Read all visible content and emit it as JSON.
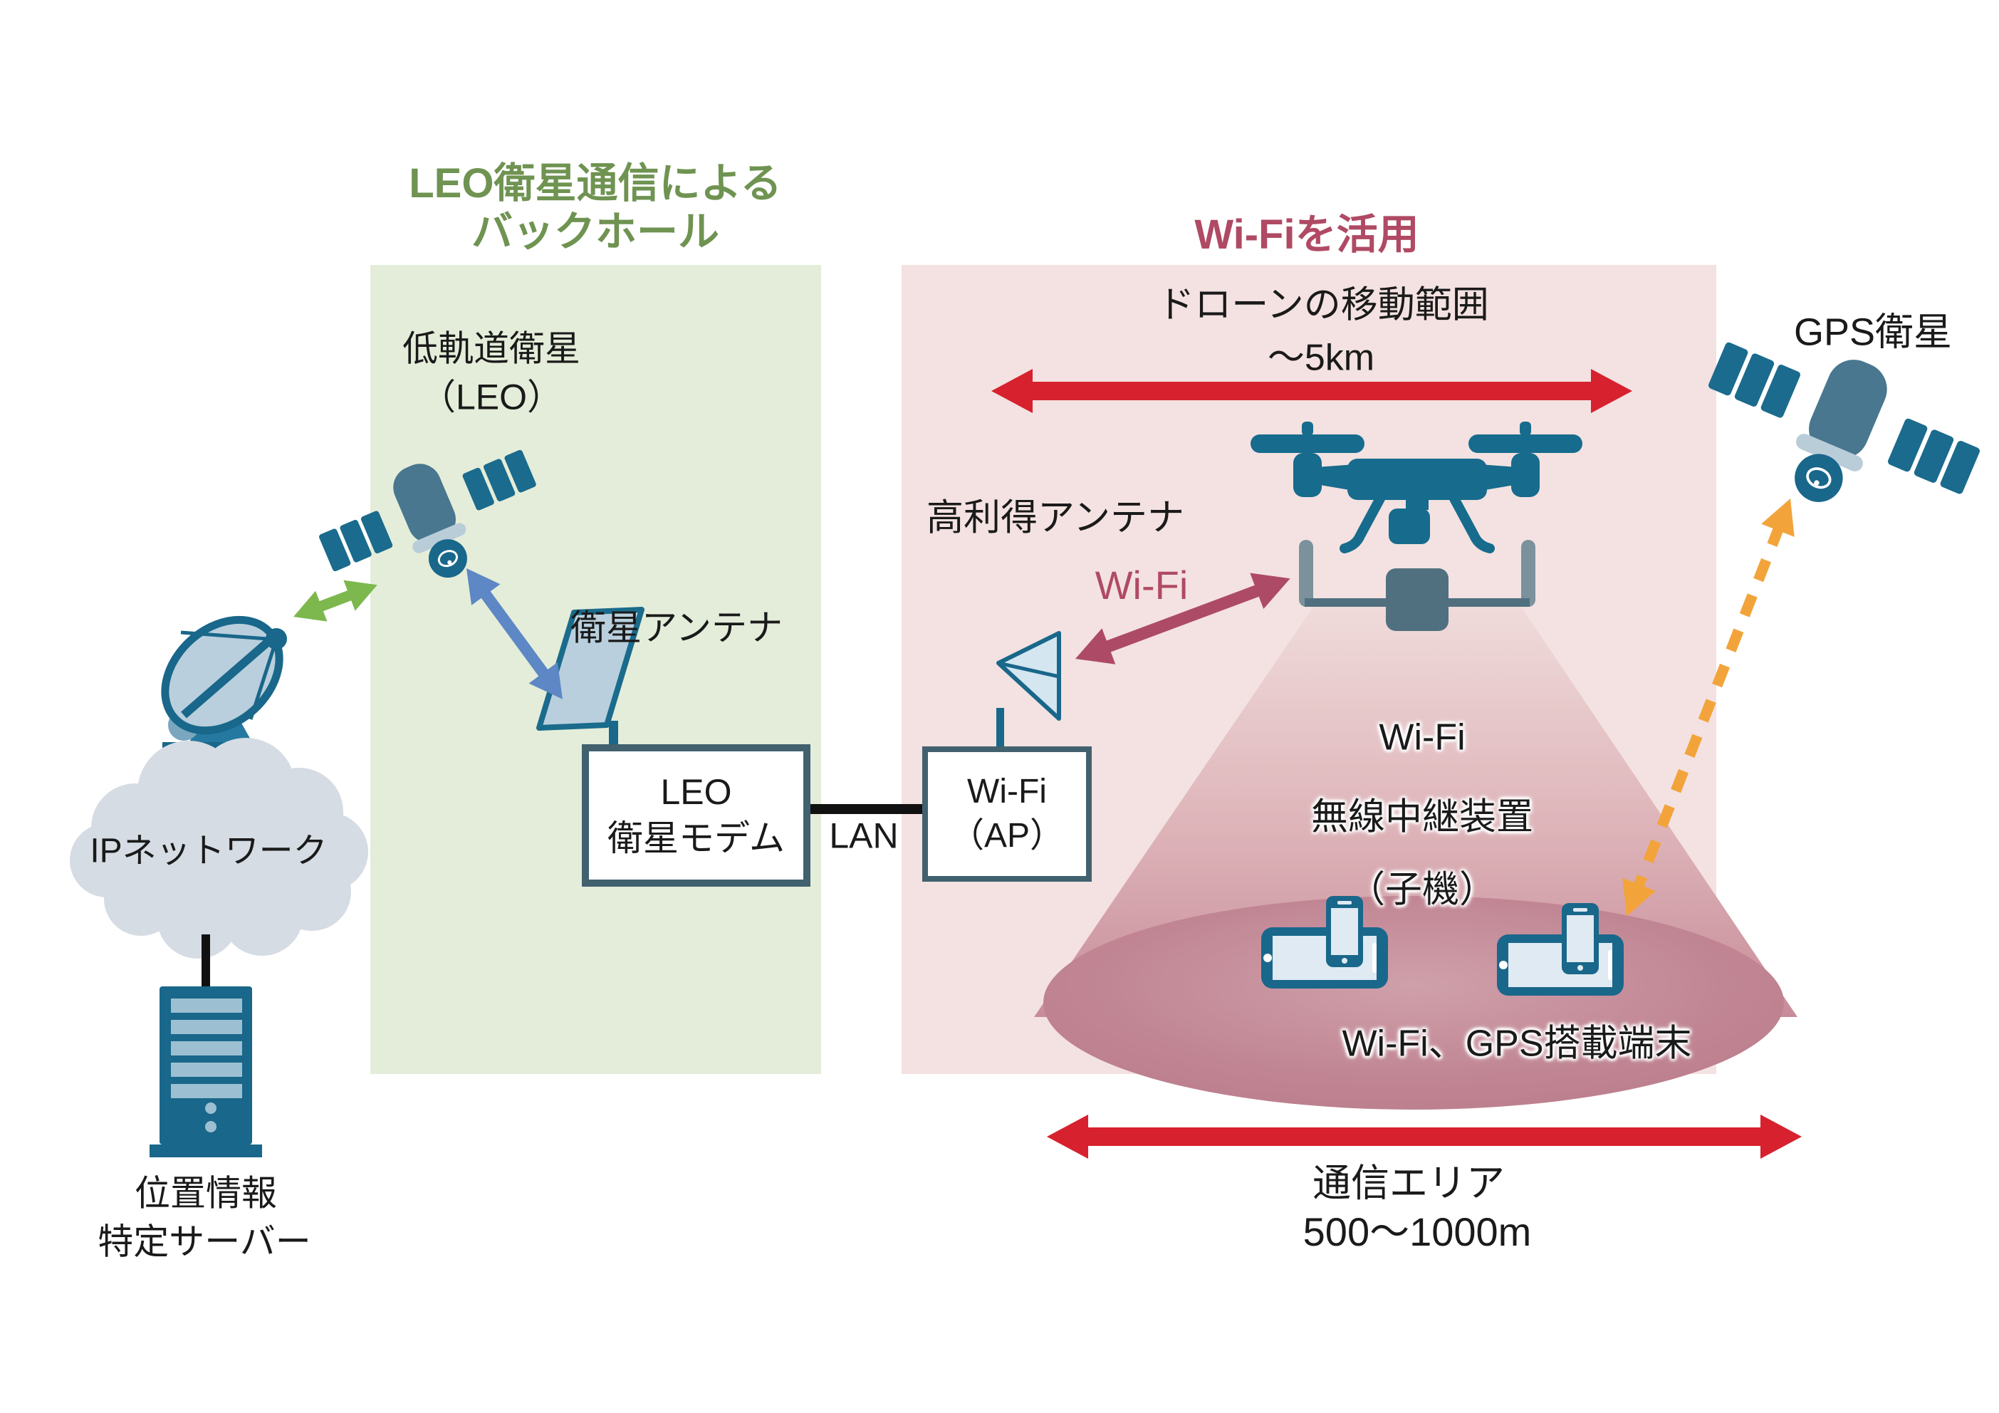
{
  "titles": {
    "backhaul1": "LEO衛星通信による",
    "backhaul2": "バックホール",
    "wifi": "Wi-Fiを活用"
  },
  "left": {
    "cloud": "IPネットワーク",
    "server1": "位置情報",
    "server2": "特定サーバー"
  },
  "green": {
    "sat1": "低軌道衛星",
    "sat2": "（LEO）",
    "antenna": "衛星アンテナ",
    "modem1": "LEO",
    "modem2": "衛星モデム"
  },
  "lan": "LAN",
  "pink": {
    "range1": "ドローンの移動範囲",
    "range2": "～5km",
    "highgain": "高利得アンテナ",
    "wifi": "Wi-Fi",
    "ap1": "Wi-Fi",
    "ap2": "（AP）",
    "relay1": "Wi-Fi",
    "relay2": "無線中継装置",
    "relay3": "（子機）",
    "terminals": "Wi-Fi、GPS搭載端末",
    "area1": "通信エリア",
    "area2": "500～1000m"
  },
  "gps": "GPS衛星",
  "colors": {
    "teal": "#19678a",
    "slate": "#50707f",
    "green_panel": "#e4edd9",
    "pink_panel": "#f3e2e1",
    "green_title": "#6f9351",
    "maroon": "#b04a64",
    "red": "#d7212e",
    "green_arrow": "#7db84e",
    "blue_arrow": "#5d87c5",
    "orange": "#f2a43b",
    "cloud_gray": "#d5dce3",
    "text": "#1a1a1a"
  }
}
